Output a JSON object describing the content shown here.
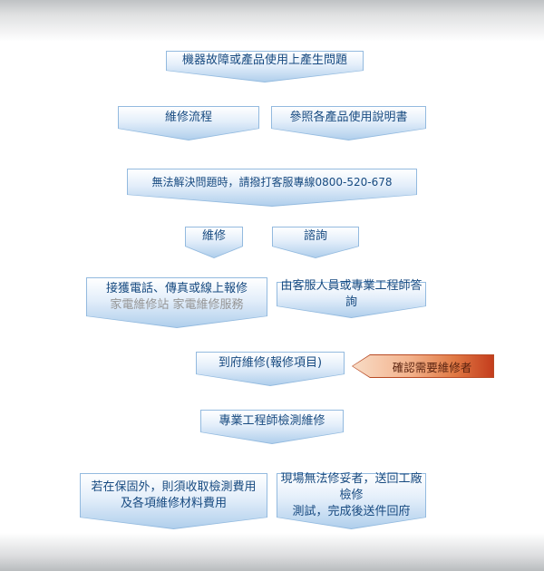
{
  "flowchart": {
    "nodes": {
      "problem": {
        "label": "機器故障或產品使用上產生問題"
      },
      "repair_process": {
        "label": "維修流程"
      },
      "manual": {
        "label": "參照各產品使用說明書"
      },
      "hotline": {
        "label": "無法解決問題時，請撥打客服專線0800-520-678"
      },
      "repair": {
        "label": "維修"
      },
      "consult": {
        "label": "諮詢"
      },
      "report": {
        "label": "接獲電話、傳真或線上報修",
        "sublabel": "家電維修站 家電維修服務"
      },
      "answer": {
        "label": "由客服人員或專業工程師答詢"
      },
      "onsite": {
        "label": "到府維修(報修項目)"
      },
      "confirm": {
        "label": "確認需要維修者"
      },
      "inspect": {
        "label": "專業工程師檢測維修"
      },
      "warranty": {
        "line1": "若在保固外，則須收取檢測費用",
        "line2": "及各項維修材料費用"
      },
      "factory": {
        "line1": "現場無法修妥者，送回工廠檢修",
        "line2": "測試，完成後送件回府"
      }
    },
    "colors": {
      "node_border": "#93badf",
      "node_fill_top": "#ffffff",
      "node_fill_bottom": "#b0cfec",
      "node_text": "#174a80",
      "sub_text_gray": "#959595",
      "arrow_fill_light": "#f8dcc6",
      "arrow_fill_dark": "#c43d1d",
      "arrow_text": "#5c2410"
    }
  }
}
